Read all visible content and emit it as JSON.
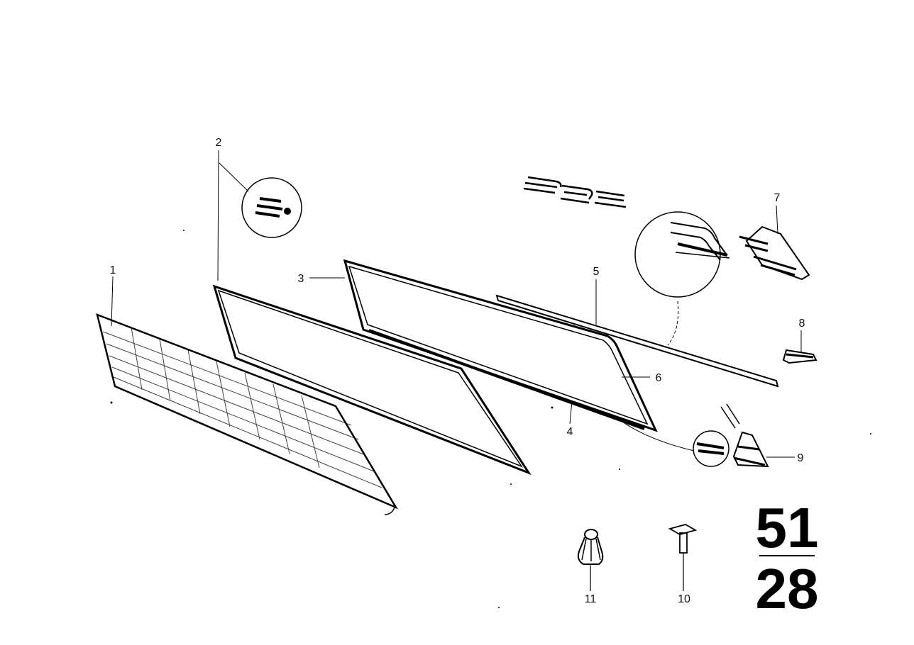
{
  "diagram": {
    "parts": [
      {
        "label": "1"
      },
      {
        "label": "2"
      },
      {
        "label": "3"
      },
      {
        "label": "4"
      },
      {
        "label": "5"
      },
      {
        "label": "6"
      },
      {
        "label": "7"
      },
      {
        "label": "8"
      },
      {
        "label": "9"
      },
      {
        "label": "10"
      },
      {
        "label": "11"
      }
    ],
    "group_top": "51",
    "group_bottom": "28"
  },
  "colors": {
    "ink": "#000000",
    "paper": "#ffffff"
  }
}
